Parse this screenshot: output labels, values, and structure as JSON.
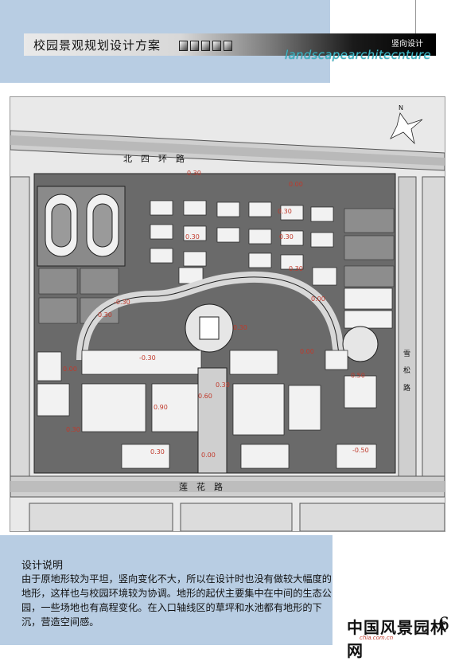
{
  "header": {
    "title": "校园景观规划设计方案",
    "subtitle": "竖向设计",
    "english_title": "landscapearchitecnture"
  },
  "map": {
    "road_labels": {
      "north": "北　四　环　路",
      "south": "莲　花　路",
      "east_top": "雪",
      "east_mid": "松",
      "east_bottom": "路"
    },
    "compass": "N",
    "elevations": [
      "0.00",
      "0.30",
      "0.30",
      "0.30",
      "0.30",
      "0.30",
      "0.00",
      "-0.30",
      "0.30",
      "0.30",
      "-0.30",
      "0.00",
      "0.00",
      "0.50",
      "0.30",
      "0.60",
      "0.90",
      "0.30",
      "0.30",
      "0.00",
      "-0.50"
    ]
  },
  "description": {
    "heading": "设计说明",
    "body": "由于原地形较为平坦，竖向变化不大，所以在设计时也没有做较大幅度的地形，这样也与校园环境较为协调。地形的起伏主要集中在中间的生态公园，一些场地也有高程变化。在入口轴线区的草坪和水池都有地形的下沉，营造空间感。"
  },
  "footer": {
    "logo": "中国风景园林网",
    "logo_url": "chla.com.cn",
    "page_number": "6"
  }
}
